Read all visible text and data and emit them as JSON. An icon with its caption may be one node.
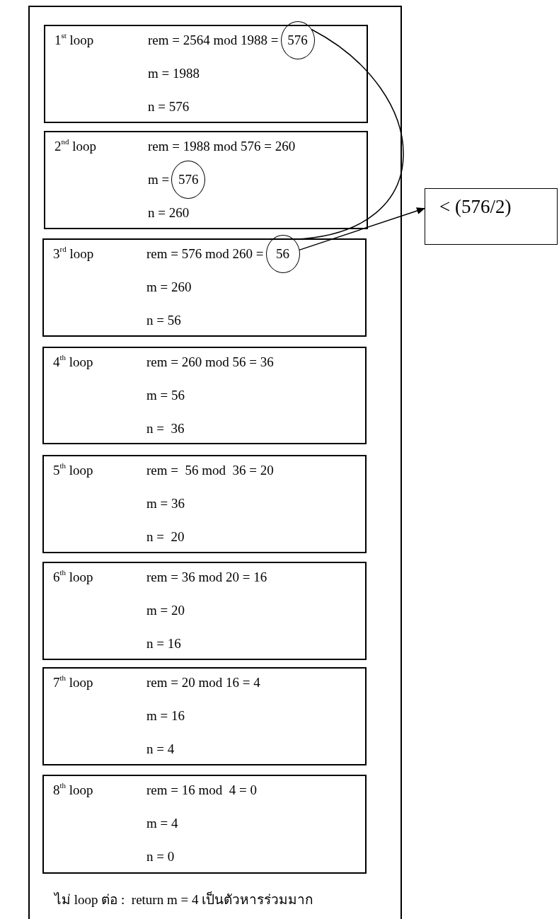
{
  "diagram": {
    "nodes": [
      {
        "text": [
          "ไม่ loop ต่อ :  return m = 4 เป็นตัวหารร่วมมาก"
        ]
      },
      {
        "text": [
          "1$^{st}$ loop",
          "rem = 2564 mod 1988 =",
          "m = 1988",
          "n = 576"
        ],
        "in": 0
      },
      {
        "text": [
          "576"
        ],
        "in": 1
      },
      {
        "text": [
          "2$^{nd}$ loop",
          "rem = 1988 mod 576 = 260",
          "m =",
          "n = 260"
        ],
        "in": 0
      },
      {
        "text": [
          "576"
        ],
        "in": 3
      },
      {
        "text": [
          "3$^{rd}$ loop",
          "rem = 576 mod 260 =",
          "m = 260",
          "n = 56"
        ],
        "in": 0
      },
      {
        "text": [
          "56"
        ],
        "in": 5
      },
      {
        "text": [
          "4$^{th}$ loop",
          "rem = 260 mod 56 = 36",
          "m = 56",
          "n =  36"
        ],
        "in": 0
      },
      {
        "text": [
          "5$^{th}$ loop",
          "rem =  56 mod  36 = 20",
          "m = 36",
          "n =  20"
        ],
        "in": 0
      },
      {
        "text": [
          "6$^{th}$ loop",
          "rem = 36 mod 20 = 16",
          "m = 20",
          "n = 16"
        ],
        "in": 0
      },
      {
        "text": [
          "7$^{th}$ loop",
          "rem = 20 mod 16 = 4",
          "m = 16",
          "n = 4"
        ],
        "in": 0
      },
      {
        "text": [
          "8$^{th}$ loop",
          "rem = 16 mod  4 = 0",
          "m = 4",
          "n = 0"
        ],
        "in": 0
      },
      {
        "text": [
          "< (576/2)"
        ]
      }
    ],
    "edges": [
      {
        "from": 2,
        "to": 6,
        "arrow": "none"
      },
      {
        "from": 6,
        "to": 12,
        "arrow": "to"
      }
    ]
  }
}
